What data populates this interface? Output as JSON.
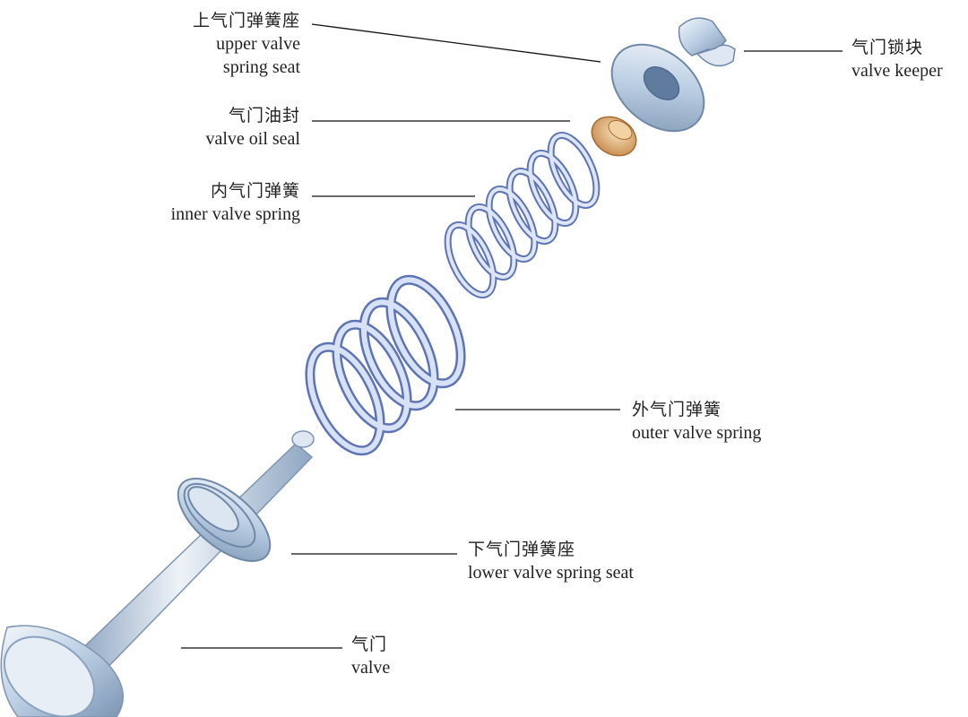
{
  "labels": {
    "upper_seat": {
      "zh": "上气门弹簧座",
      "en_line1": "upper valve",
      "en_line2": "spring seat"
    },
    "oil_seal": {
      "zh": "气门油封",
      "en": "valve oil seal"
    },
    "inner_spring": {
      "zh": "内气门弹簧",
      "en": "inner valve spring"
    },
    "keeper": {
      "zh": "气门锁块",
      "en": "valve keeper"
    },
    "outer_spring": {
      "zh": "外气门弹簧",
      "en": "outer valve spring"
    },
    "lower_seat": {
      "zh": "下气门弹簧座",
      "en": "lower valve spring seat"
    },
    "valve": {
      "zh": "气门",
      "en": "valve"
    }
  },
  "colors": {
    "steel": "#c9d9ea",
    "steel_dark": "#6f88a8",
    "spring": "#b7c8ec",
    "spring_dark": "#5e74b4",
    "seal": "#e0b27c",
    "leader": "#111111"
  }
}
